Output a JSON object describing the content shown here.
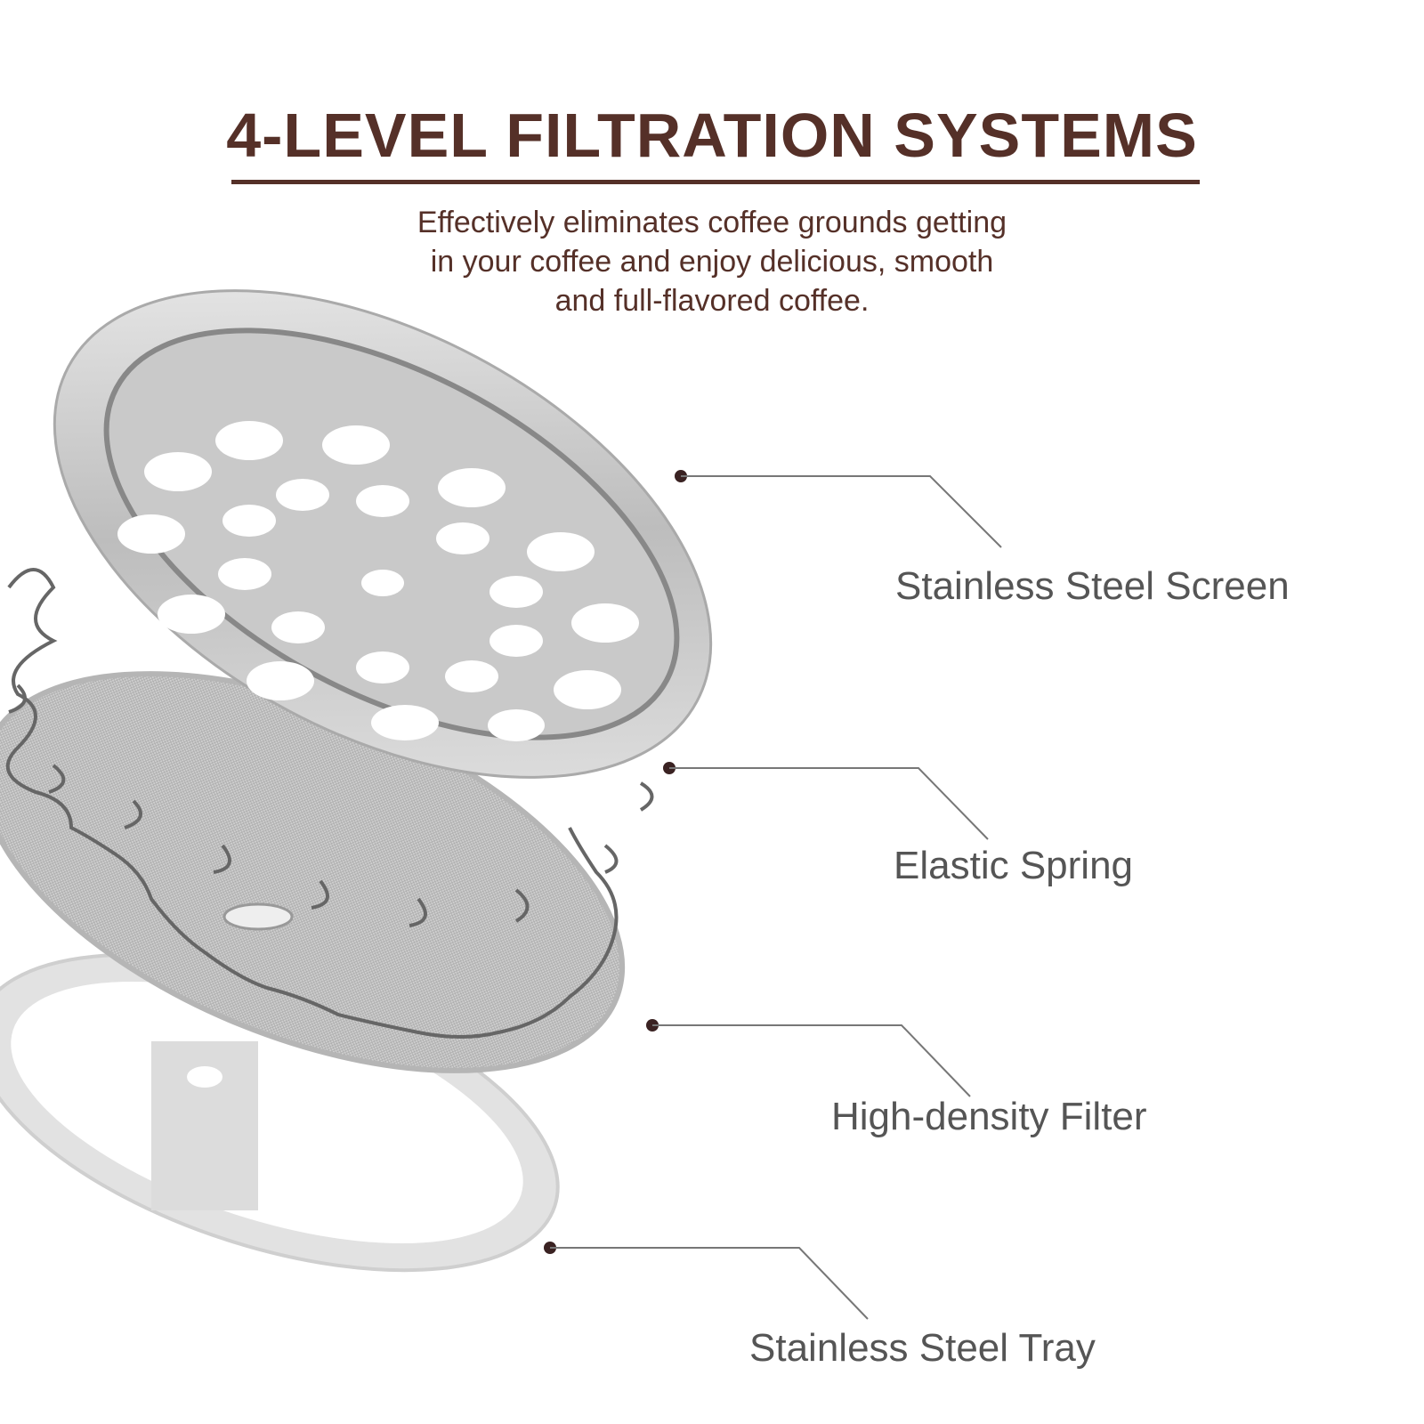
{
  "header": {
    "title": "4-LEVEL FILTRATION SYSTEMS",
    "subtitle_lines": [
      "Effectively eliminates coffee grounds getting",
      "in your coffee and enjoy delicious, smooth",
      "and full-flavored coffee."
    ]
  },
  "callouts": [
    {
      "label": "Stainless Steel Screen"
    },
    {
      "label": "Elastic Spring"
    },
    {
      "label": "High-density Filter"
    },
    {
      "label": "Stainless Steel Tray"
    }
  ],
  "colors": {
    "accent": "#553028",
    "label": "#555555",
    "line": "#666666",
    "dot": "#3a2222"
  }
}
